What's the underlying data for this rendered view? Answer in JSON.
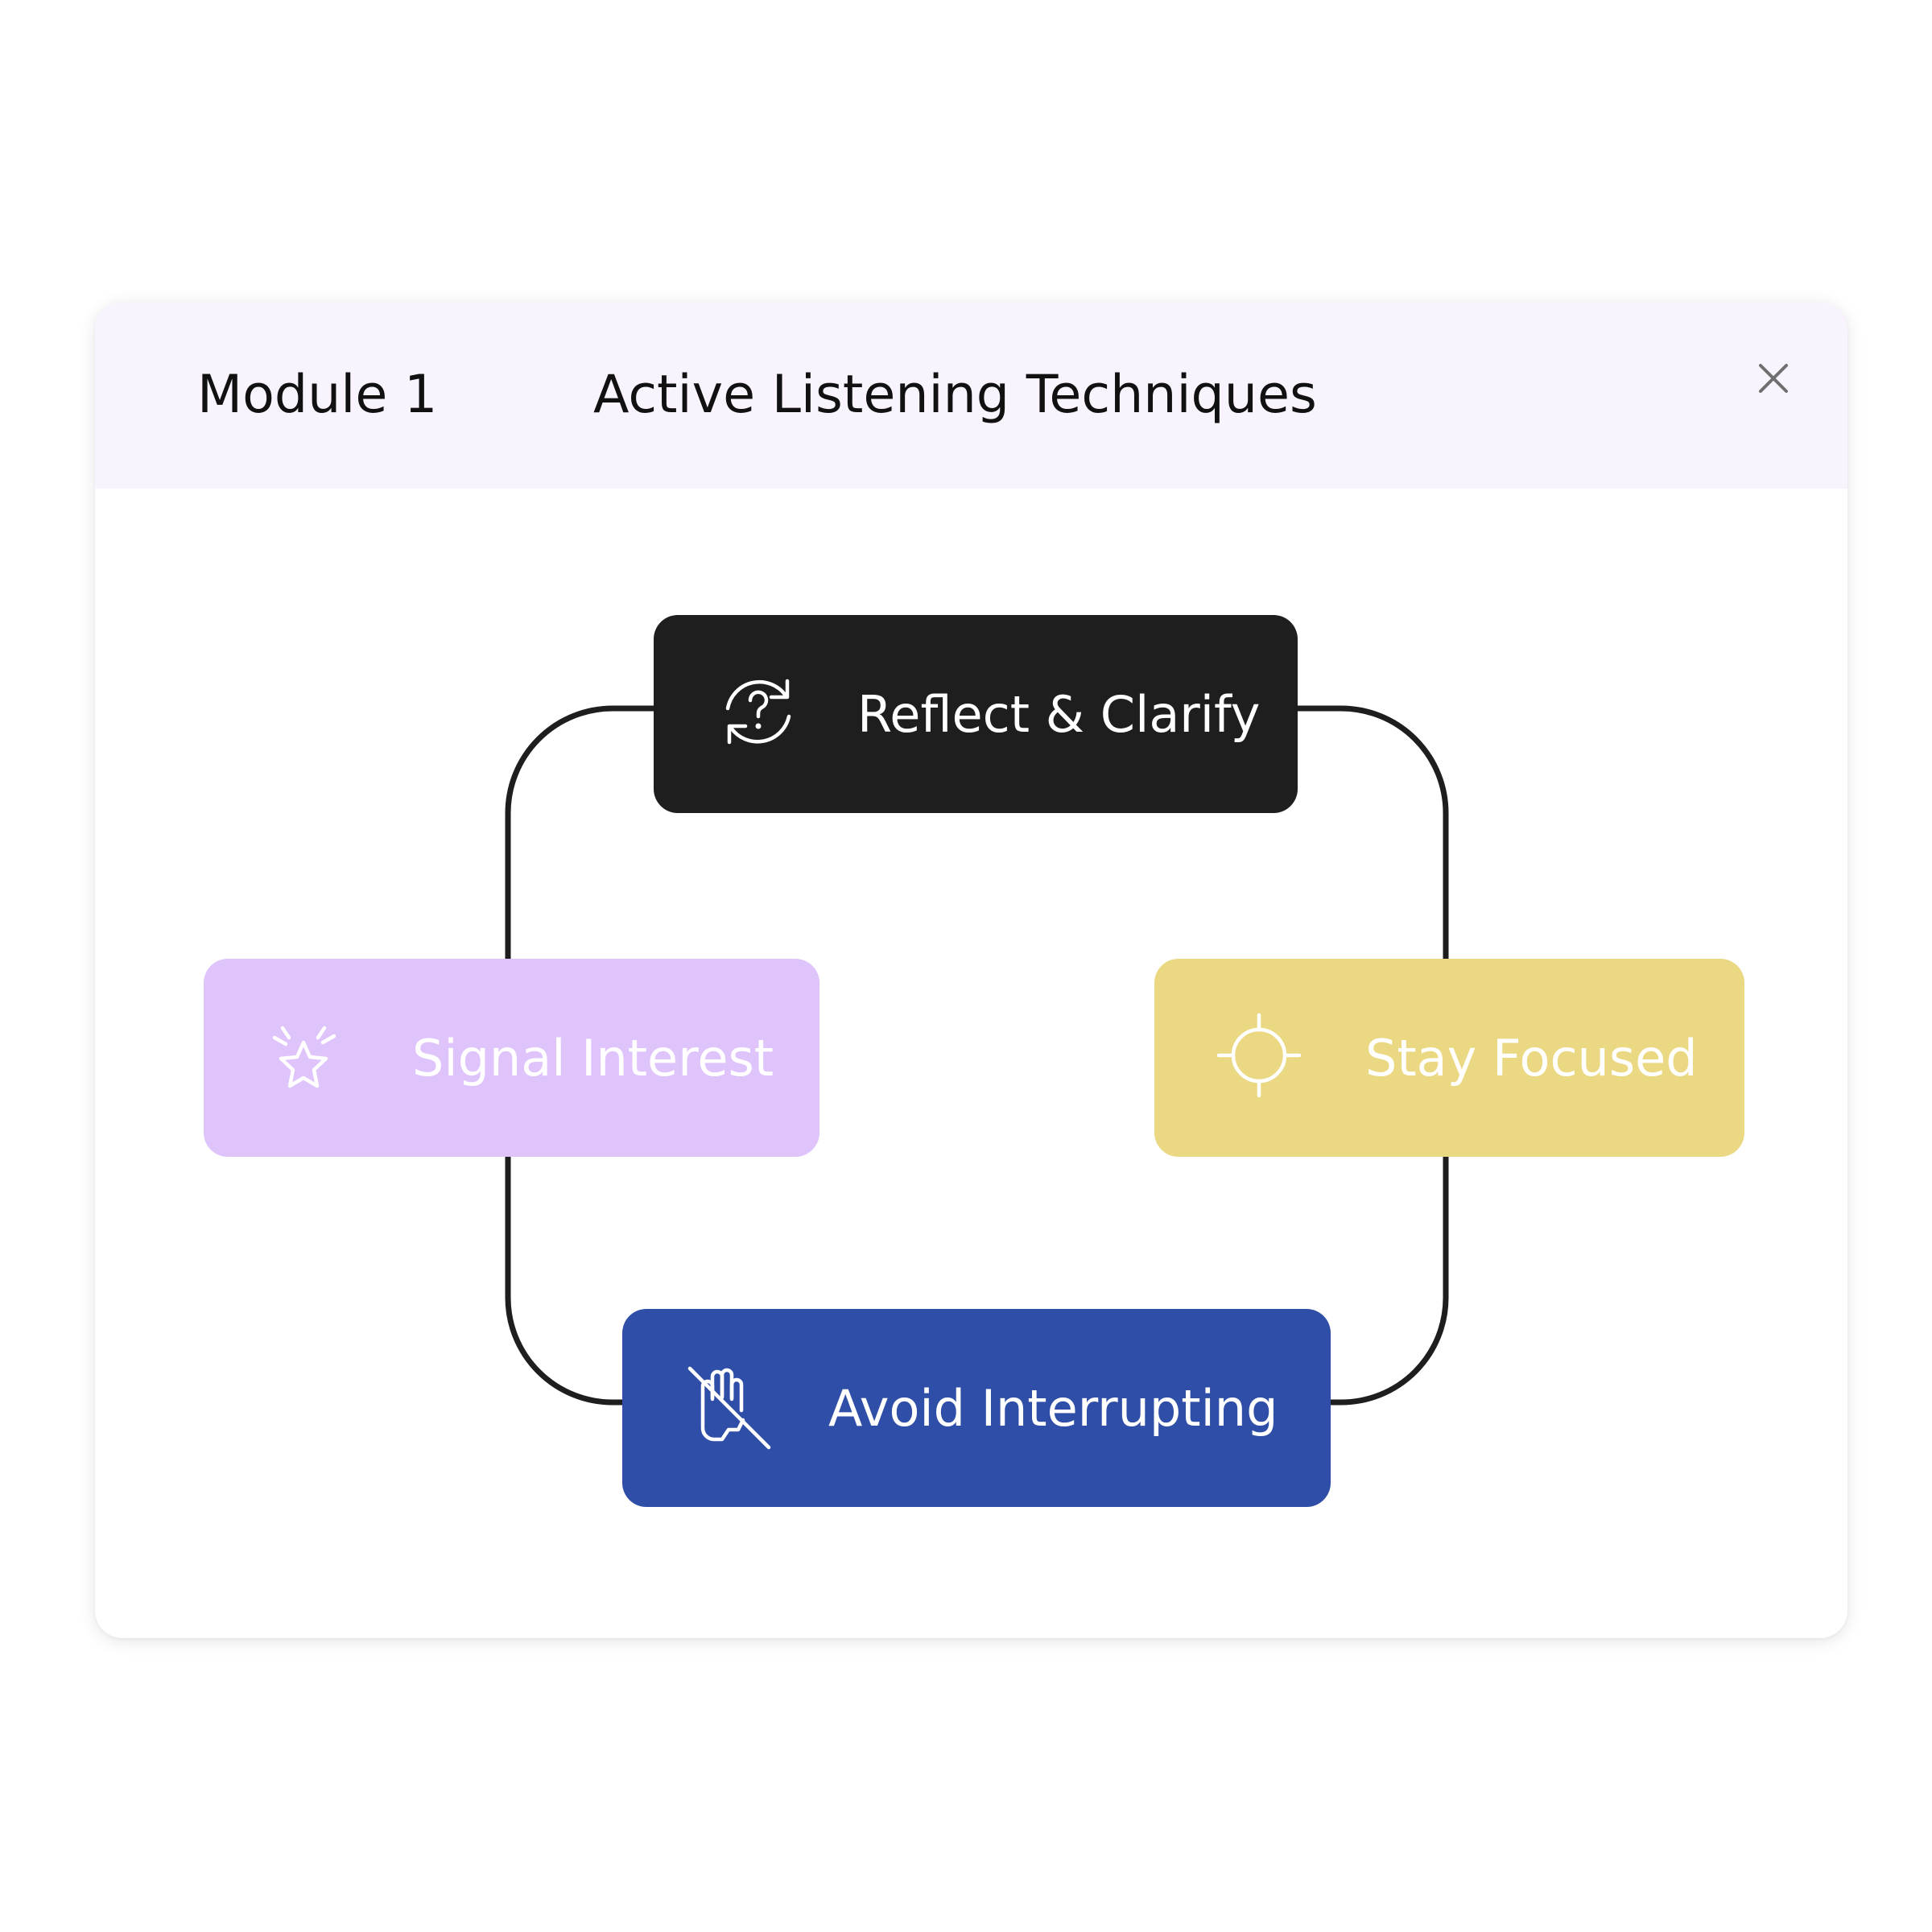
{
  "header": {
    "module_label": "Module 1",
    "title": "Active Listening Techniques"
  },
  "steps": [
    {
      "label": "Reflect & Clarify",
      "icon": "question-refresh-icon",
      "color": "#1e1e1e"
    },
    {
      "label": "Stay Focused",
      "icon": "crosshair-icon",
      "color": "#ebd883"
    },
    {
      "label": "Avoid Interrupting",
      "icon": "hand-off-icon",
      "color": "#2f4ea7"
    },
    {
      "label": "Signal Interest",
      "icon": "sparkle-star-icon",
      "color": "#dfc3fb"
    }
  ],
  "colors": {
    "header_bg": "#f9f3fd",
    "loop_line": "#1e1e1e",
    "text_dark": "#111111"
  }
}
